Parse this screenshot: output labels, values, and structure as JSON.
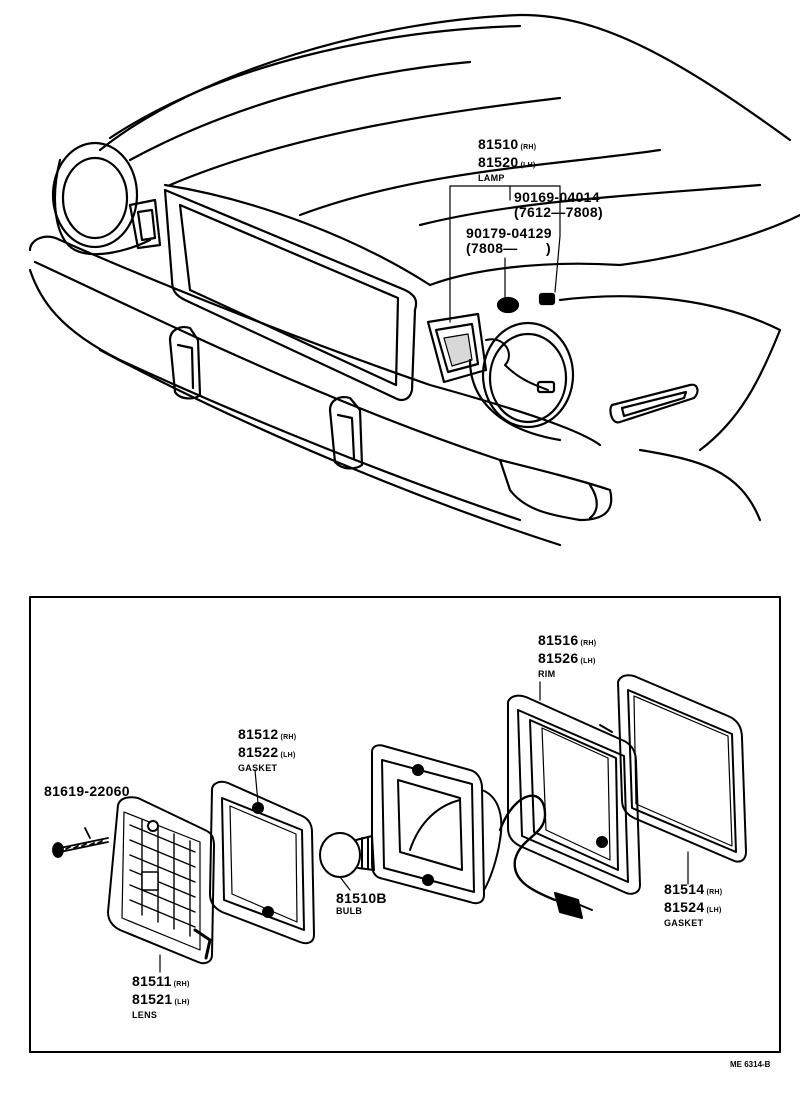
{
  "colors": {
    "ink": "#000000",
    "paper": "#ffffff",
    "shade": "#d8d8d8"
  },
  "top": {
    "lamp": {
      "pn_rh": "81510",
      "side_rh": "(RH)",
      "pn_lh": "81520",
      "side_lh": "(LH)",
      "name": "LAMP"
    },
    "screw_a": {
      "pn": "90169-04014",
      "range": "(7612—7808)"
    },
    "screw_b": {
      "pn": "90179-04129",
      "range": "(7808—",
      "range_end": ")"
    }
  },
  "exploded": {
    "screw": {
      "pn": "81619-22060"
    },
    "lens": {
      "pn_rh": "81511",
      "side_rh": "(RH)",
      "pn_lh": "81521",
      "side_lh": "(LH)",
      "name": "LENS"
    },
    "gasket_front": {
      "pn_rh": "81512",
      "side_rh": "(RH)",
      "pn_lh": "81522",
      "side_lh": "(LH)",
      "name": "GASKET"
    },
    "bulb": {
      "pn": "81510B",
      "name": "BULB"
    },
    "rim": {
      "pn_rh": "81516",
      "side_rh": "(RH)",
      "pn_lh": "81526",
      "side_lh": "(LH)",
      "name": "RIM"
    },
    "gasket_rear": {
      "pn_rh": "81514",
      "side_rh": "(RH)",
      "pn_lh": "81524",
      "side_lh": "(LH)",
      "name": "GASKET"
    }
  },
  "footer_code": "ME 6314-B"
}
